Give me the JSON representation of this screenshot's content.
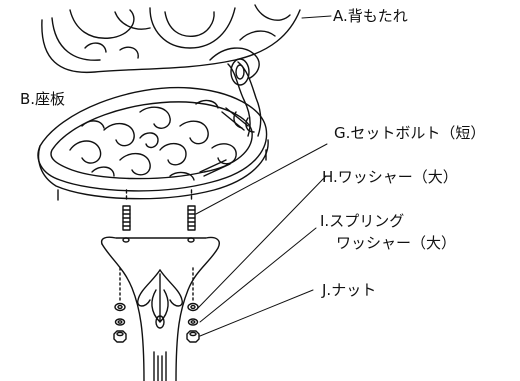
{
  "labels": {
    "a": "A.背もたれ",
    "b": "B.座板",
    "g": "G.セットボルト（短）",
    "h": "H.ワッシャー（大）",
    "i_line1": "I.スプリング",
    "i_line2": "ワッシャー（大）",
    "j": "J.ナット"
  },
  "colors": {
    "ink": "#111111",
    "background": "#ffffff"
  }
}
